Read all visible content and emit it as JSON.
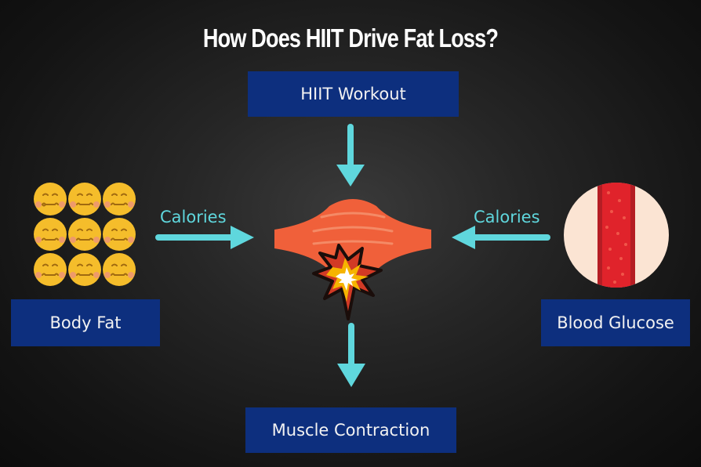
{
  "title": "How Does HIIT Drive Fat Loss?",
  "nodes": {
    "top": {
      "label": "HIIT Workout"
    },
    "left": {
      "label": "Body Fat",
      "icon": "fat-emoji-grid-icon"
    },
    "right": {
      "label": "Blood Glucose",
      "icon": "blood-vessel-icon"
    },
    "bottom": {
      "label": "Muscle Contraction"
    },
    "center": {
      "icon": "muscle-explosion-icon"
    }
  },
  "edges": {
    "left_label": "Calories",
    "right_label": "Calories"
  },
  "colors": {
    "box_bg": "#0d2f7e",
    "arrow": "#5fd7dd",
    "muscle": "#f0603a",
    "emoji": "#f5bd2b",
    "blood": "#e0232b",
    "vessel_bg": "#fbe4d3"
  }
}
